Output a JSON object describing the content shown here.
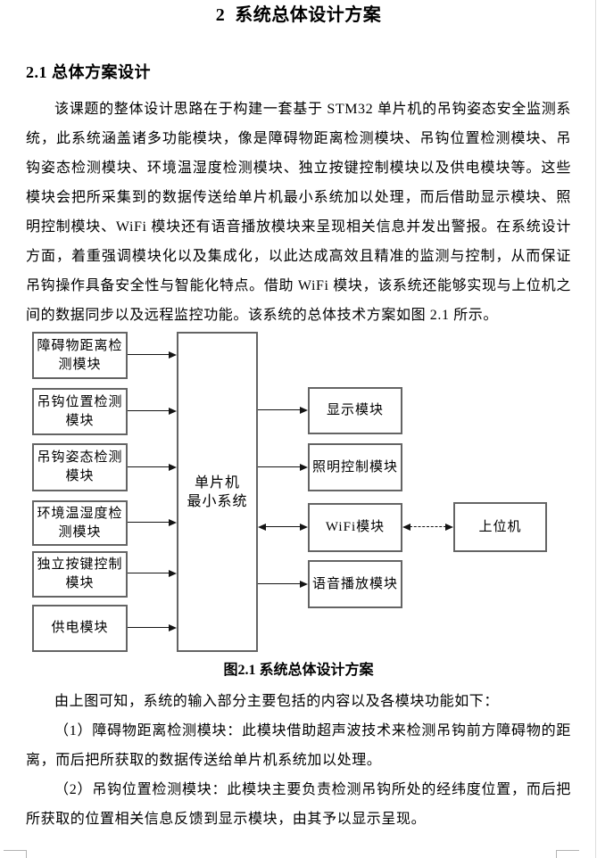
{
  "page": {
    "title": "2  系统总体设计方案",
    "section_heading": "2.1 总体方案设计",
    "paragraph1": "该课题的整体设计思路在于构建一套基于 STM32 单片机的吊钩姿态安全监测系统，此系统涵盖诸多功能模块，像是障碍物距离检测模块、吊钩位置检测模块、吊钩姿态检测模块、环境温湿度检测模块、独立按键控制模块以及供电模块等。这些模块会把所采集到的数据传送给单片机最小系统加以处理，而后借助显示模块、照明控制模块、WiFi 模块还有语音播放模块来呈现相关信息并发出警报。在系统设计方面，着重强调模块化以及集成化，以此达成高效且精准的监测与控制，从而保证吊钩操作具备安全性与智能化特点。借助 WiFi 模块，该系统还能够实现与上位机之间的数据同步以及远程监控功能。该系统的总体技术方案如图 2.1 所示。",
    "paragraph2": "由上图可知，系统的输入部分主要包括的内容以及各模块功能如下：",
    "item1": "（1）障碍物距离检测模块：此模块借助超声波技术来检测吊钩前方障碍物的距离，而后把所获取的数据传送给单片机系统加以处理。",
    "item2": "（2）吊钩位置检测模块：此模块主要负责检测吊钩所处的经纬度位置，而后把所获取的位置相关信息反馈到显示模块，由其予以显示呈现。"
  },
  "figure": {
    "caption": "图2.1 系统总体设计方案",
    "left_modules": [
      "障碍物距离检测模块",
      "吊钩位置检测模块",
      "吊钩姿态检测模块",
      "环境温湿度检测模块",
      "独立按键控制模块",
      "供电模块"
    ],
    "center_module_line1": "单片机",
    "center_module_line2": "最小系统",
    "right_modules": [
      "显示模块",
      "照明控制模块",
      "WiFi模块",
      "语音播放模块"
    ],
    "external_module": "上位机"
  },
  "colors": {
    "text": "#000000",
    "box_border": "#646464",
    "arrow": "#141414",
    "boundary_mark": "#b3b3b3",
    "background": "#ffffff"
  }
}
